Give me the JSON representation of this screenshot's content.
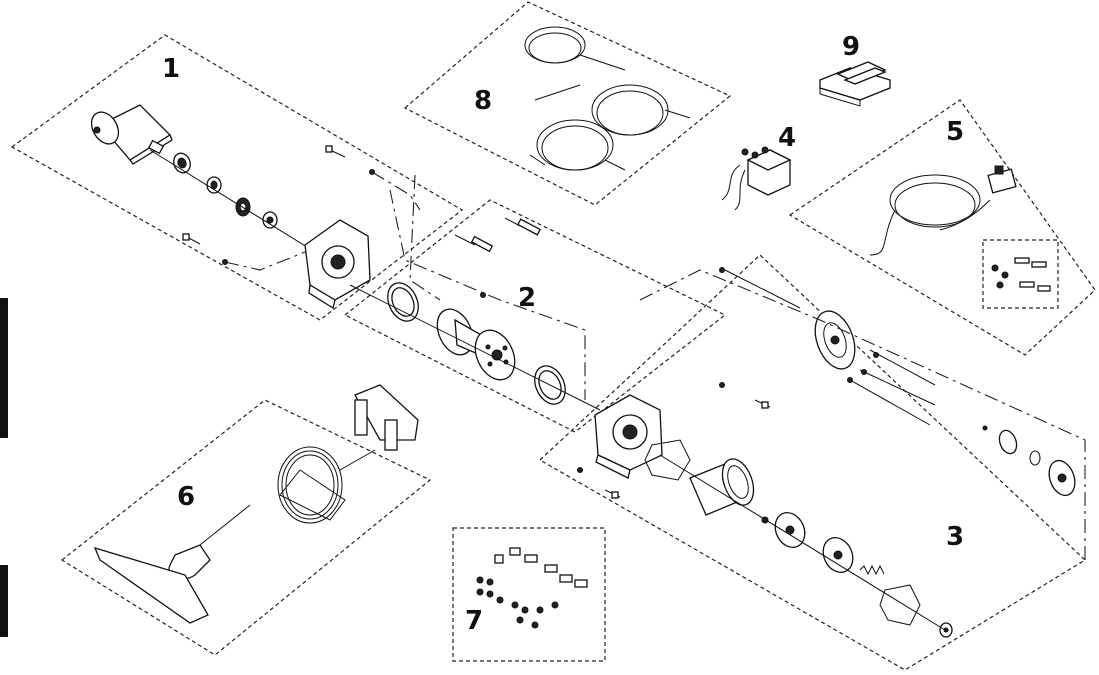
{
  "callouts": {
    "c1": "1",
    "c2": "2",
    "c3": "3",
    "c4": "4",
    "c5": "5",
    "c6": "6",
    "c7": "7",
    "c8": "8",
    "c9": "9"
  },
  "colors": {
    "line": "#111111",
    "fill": "#ffffff",
    "shade": "#888888"
  }
}
